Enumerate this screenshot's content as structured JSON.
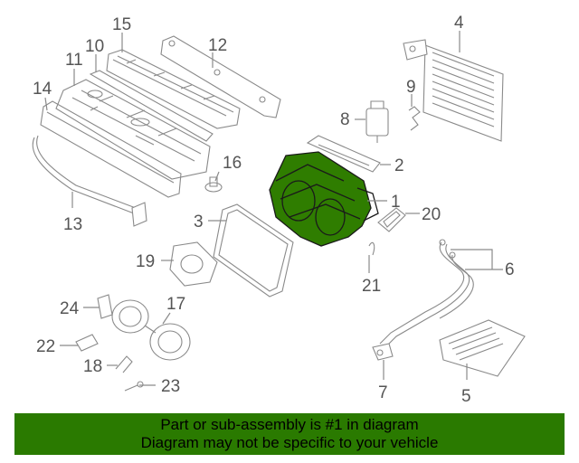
{
  "highlight_color": "#2f7d00",
  "banner": {
    "color": "#2a7a00",
    "line1": "Part or sub-assembly is #1 in diagram",
    "line2": "Diagram may not be specific to your vehicle"
  },
  "callouts": {
    "c1": "1",
    "c2": "2",
    "c3": "3",
    "c4": "4",
    "c5": "5",
    "c6": "6",
    "c7": "7",
    "c8": "8",
    "c9": "9",
    "c10": "10",
    "c11": "11",
    "c12": "12",
    "c13": "13",
    "c14": "14",
    "c15": "15",
    "c16": "16",
    "c17": "17",
    "c18": "18",
    "c19": "19",
    "c20": "20",
    "c21": "21",
    "c22": "22",
    "c23": "23",
    "c24": "24"
  }
}
